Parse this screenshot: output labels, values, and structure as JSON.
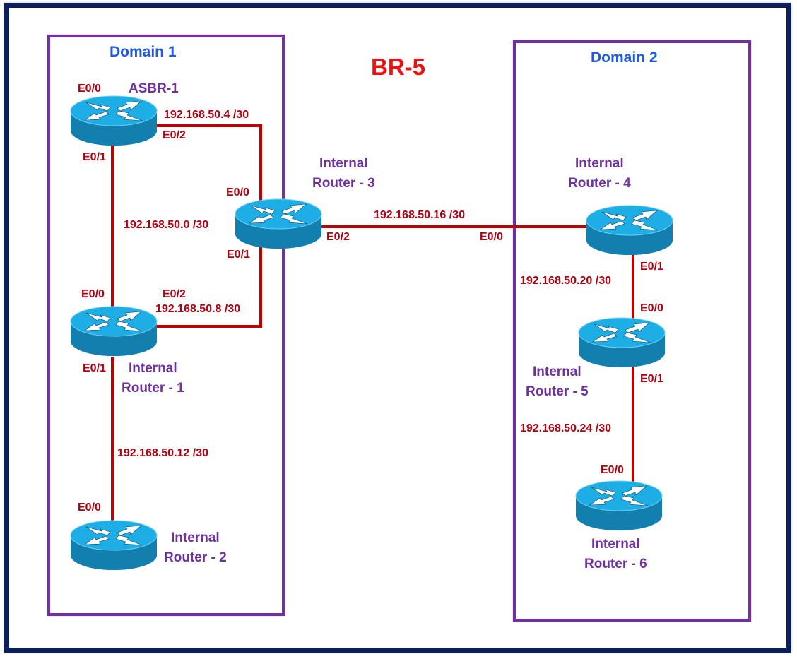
{
  "title": "BR-5",
  "colors": {
    "frame": "#0a1f5c",
    "domain_border": "#7030a0",
    "domain_title": "#1f5ae0",
    "title": "#ee1111",
    "router_label": "#7030a0",
    "link": "#c00000",
    "interface_label": "#b00010",
    "router_top": "#1eaee6",
    "router_body": "#137fae"
  },
  "domains": [
    {
      "id": "domain1",
      "name": "Domain 1"
    },
    {
      "id": "domain2",
      "name": "Domain 2"
    }
  ],
  "routers": [
    {
      "id": "asbr1",
      "name_line1": "ASBR-1",
      "name_line2": "",
      "domain": "Domain 1"
    },
    {
      "id": "r1",
      "name_line1": "Internal",
      "name_line2": "Router - 1",
      "domain": "Domain 1"
    },
    {
      "id": "r2",
      "name_line1": "Internal",
      "name_line2": "Router - 2",
      "domain": "Domain 1"
    },
    {
      "id": "r3",
      "name_line1": "Internal",
      "name_line2": "Router - 3",
      "domain": ""
    },
    {
      "id": "r4",
      "name_line1": "Internal",
      "name_line2": "Router - 4",
      "domain": "Domain 2"
    },
    {
      "id": "r5",
      "name_line1": "Internal",
      "name_line2": "Router - 5",
      "domain": "Domain 2"
    },
    {
      "id": "r6",
      "name_line1": "Internal",
      "name_line2": "Router - 6",
      "domain": "Domain 2"
    }
  ],
  "links": [
    {
      "id": "l1",
      "from": "asbr1",
      "from_if": "E0/2",
      "to": "r3",
      "to_if": "E0/0",
      "subnet": "192.168.50.4 /30"
    },
    {
      "id": "l2",
      "from": "asbr1",
      "from_if": "E0/1",
      "to": "r1",
      "to_if": "E0/0",
      "subnet": "192.168.50.0 /30"
    },
    {
      "id": "l3",
      "from": "r1",
      "from_if": "E0/2",
      "to": "r3",
      "to_if": "E0/1",
      "subnet": "192.168.50.8 /30"
    },
    {
      "id": "l4",
      "from": "r1",
      "from_if": "E0/1",
      "to": "r2",
      "to_if": "E0/0",
      "subnet": "192.168.50.12 /30"
    },
    {
      "id": "l5",
      "from": "r3",
      "from_if": "E0/2",
      "to": "r4",
      "to_if": "E0/0",
      "subnet": "192.168.50.16 /30"
    },
    {
      "id": "l6",
      "from": "r4",
      "from_if": "E0/1",
      "to": "r5",
      "to_if": "E0/0",
      "subnet": "192.168.50.20 /30"
    },
    {
      "id": "l7",
      "from": "r5",
      "from_if": "E0/1",
      "to": "r6",
      "to_if": "E0/0",
      "subnet": "192.168.50.24 /30"
    }
  ],
  "extra_interfaces": [
    {
      "router": "asbr1",
      "iface": "E0/0"
    }
  ]
}
